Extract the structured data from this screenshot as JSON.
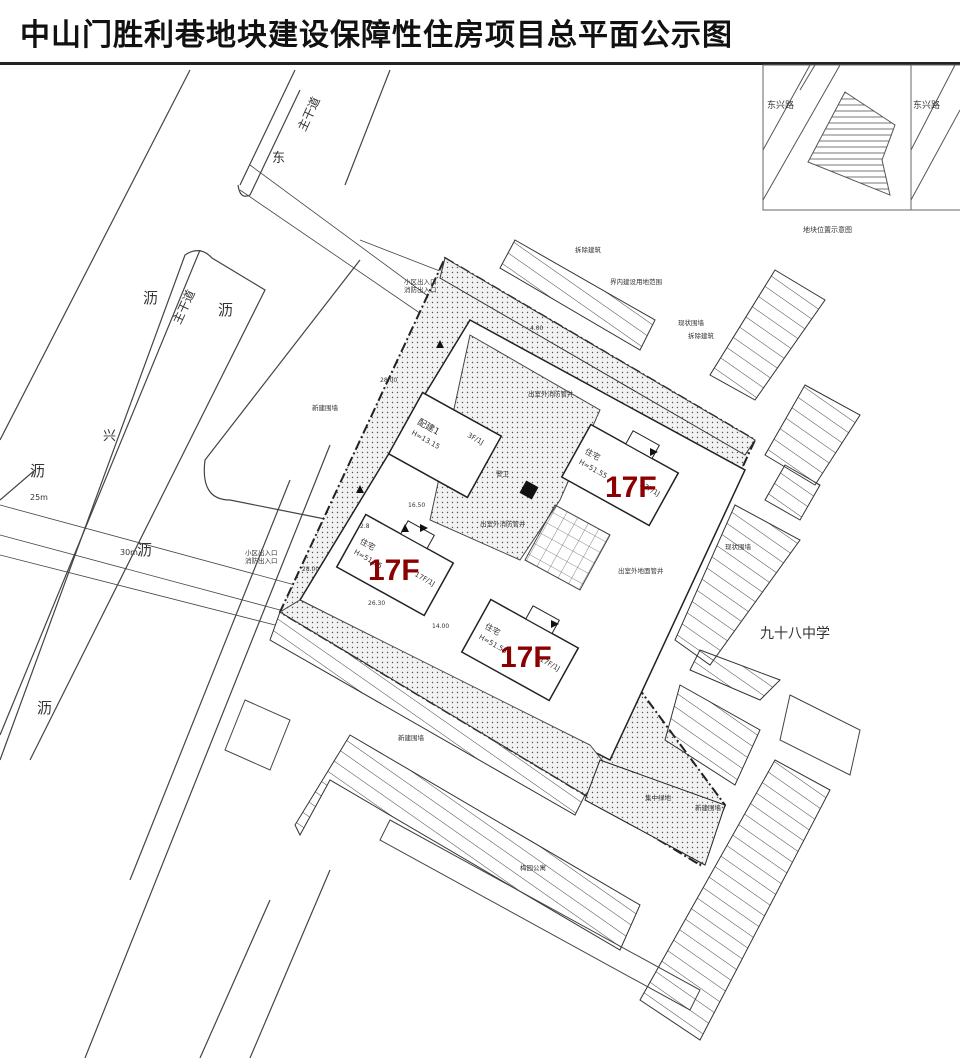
{
  "title": "中山门胜利巷地块建设保障性住房项目总平面公示图",
  "roads": {
    "east_label": "东",
    "main_road_1": "主干道",
    "main_road_2": "主干道",
    "li": [
      "沥",
      "沥",
      "沥",
      "沥",
      "沥"
    ],
    "xing": "兴",
    "width_25": "25m",
    "width_30": "30m"
  },
  "location_map": {
    "road_label_1": "东兴路",
    "road_label_2": "东兴路",
    "caption": "地块位置示意图"
  },
  "annotations": {
    "demolish_1": "拆除建筑",
    "demolish_2": "拆除建筑",
    "boundary": "界内建设用地范围",
    "existing_wall_1": "现状围墙",
    "existing_wall_2": "现状围墙",
    "new_wall_1": "新建围墙",
    "new_wall_2": "新建围墙",
    "new_wall_3": "新建围墙",
    "entrance_1": [
      "小区出入口",
      "消防出入口"
    ],
    "entrance_2": [
      "小区出入口",
      "消防出入口"
    ],
    "fire_well": "出室外消防管井",
    "fire_well_2": "出室外消防管井",
    "ground_well": "出室外地面管井",
    "guard": "警卫",
    "school": "九十八中学",
    "green": "集中绿地",
    "apartment": "梅园公寓"
  },
  "buildings": [
    {
      "label": "配建1",
      "height": "H=13.15",
      "floors": "3F/1J"
    },
    {
      "label": "住宅",
      "height": "H=51.55",
      "floors": "17F/1J",
      "big": "17F"
    },
    {
      "label": "住宅",
      "height": "H=51.55",
      "floors": "17F/1J",
      "big": "17F"
    },
    {
      "label": "住宅",
      "height": "H=51.55",
      "floors": "17F/1J",
      "big": "17F"
    }
  ],
  "dimensions": [
    "28.00",
    "28.00",
    "4.00",
    "16.50",
    "26.30",
    "14.00",
    "2.8"
  ]
}
